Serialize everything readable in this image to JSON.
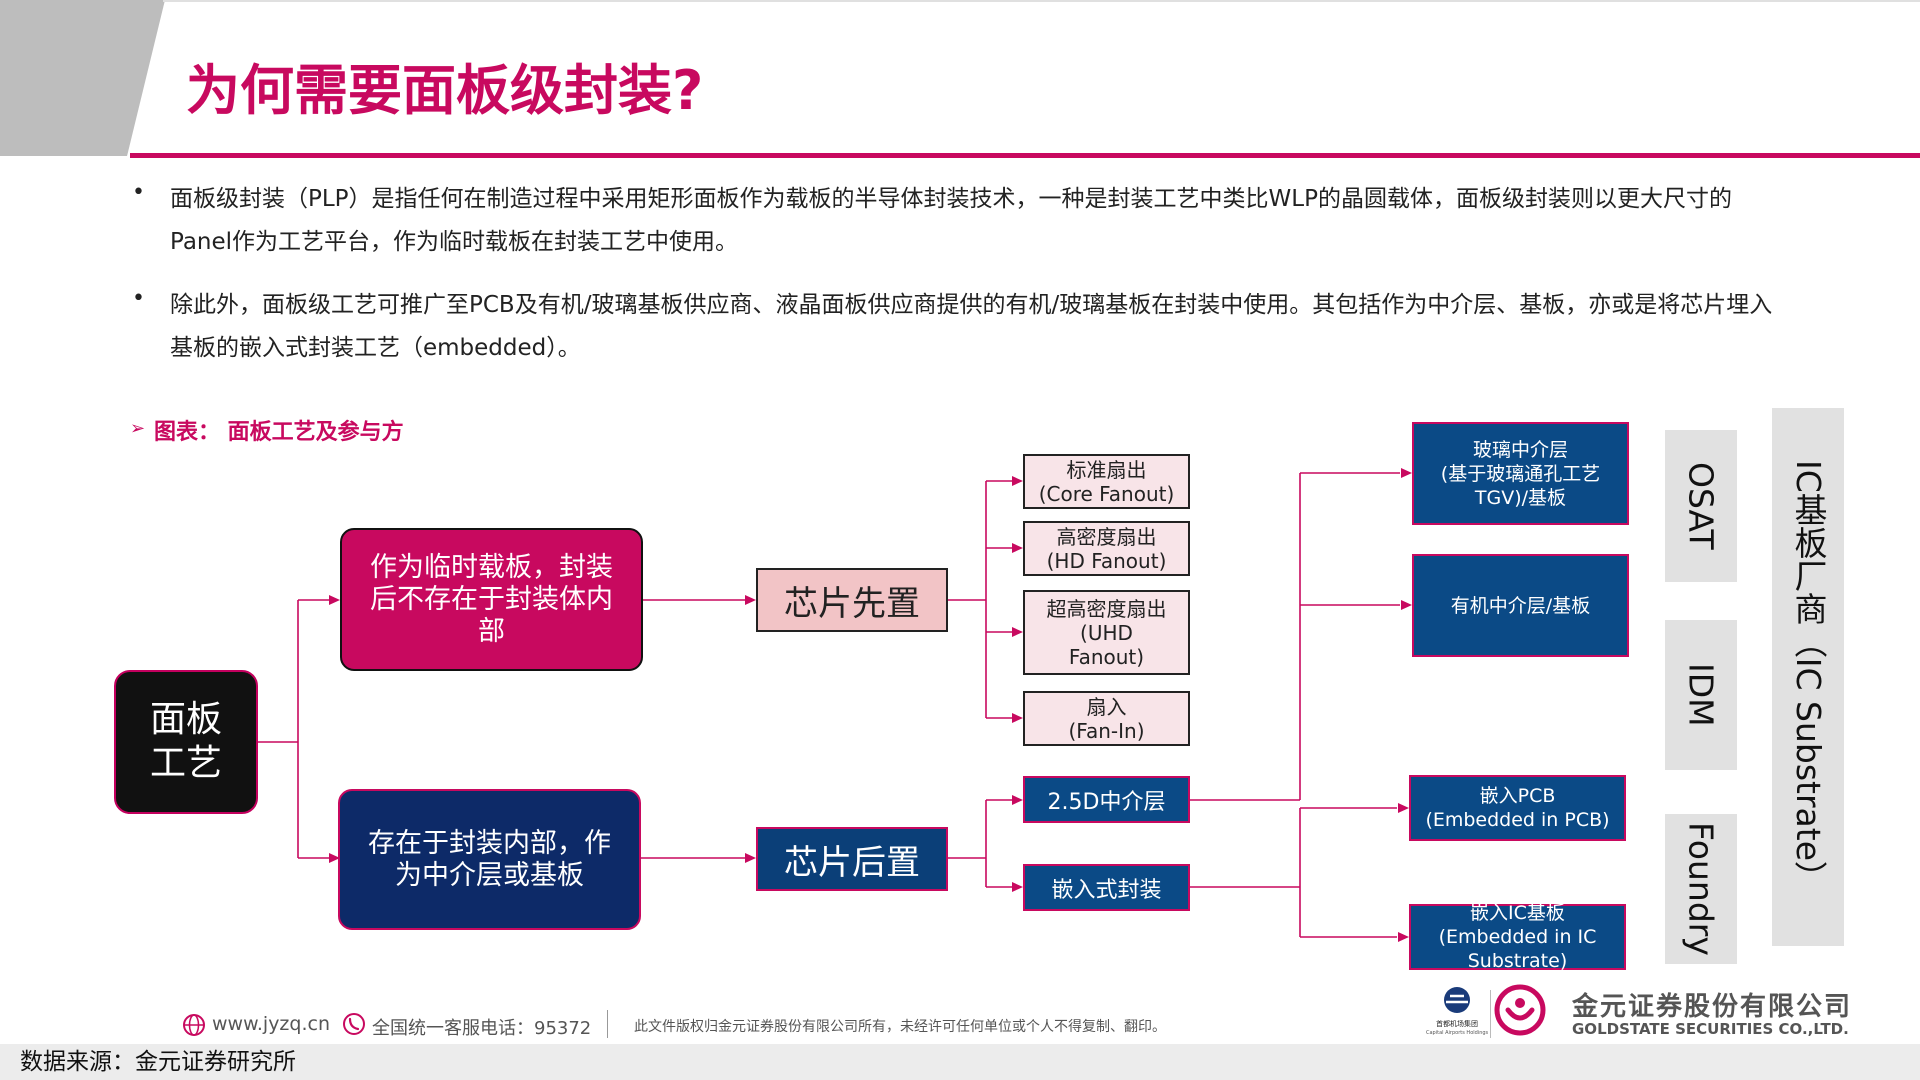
{
  "title": "为何需要面板级封装?",
  "bullets": [
    {
      "line1": "面板级封装（PLP）是指任何在制造过程中采用矩形面板作为载板的半导体封装技术，一种是封装工艺中类比WLP的晶圆载体，面板级封装则以更大尺寸的",
      "line2": "Panel作为工艺平台，作为临时载板在封装工艺中使用。"
    },
    {
      "line1": "除此外，面板级工艺可推广至PCB及有机/玻璃基板供应商、液晶面板供应商提供的有机/玻璃基板在封装中使用。其包括作为中介层、基板，亦或是将芯片埋入",
      "line2": "基板的嵌入式封装工艺（embedded）。"
    }
  ],
  "figure_caption": "图表： 面板工艺及参与方",
  "diagram": {
    "root": "面板\n工艺",
    "branch_temp": "作为临时载板，封装\n后不存在于封装体内\n部",
    "branch_inside": "存在于封装内部，作\n为中介层或基板",
    "chip_first": "芯片先置",
    "chip_last": "芯片后置",
    "fanout_core": "标准扇出\n(Core Fanout)",
    "fanout_hd": "高密度扇出\n(HD Fanout)",
    "fanout_uhd": "超高密度扇出\n(UHD\nFanout)",
    "fan_in": "扇入\n(Fan-In)",
    "interposer_25d": "2.5D中介层",
    "embedded_pkg": "嵌入式封装",
    "glass_interposer": "玻璃中介层\n(基于玻璃通孔工艺\nTGV)/基板",
    "organic_interposer": "有机中介层/基板",
    "embedded_pcb": "嵌入PCB\n(Embedded in PCB)",
    "embedded_ic": "嵌入IC基板\n(Embedded in IC\nSubstrate)",
    "vendor_osat": "OSAT",
    "vendor_idm": "IDM",
    "vendor_foundry": "Foundry",
    "vendor_substrate": "IC基板厂商（IC Substrate）"
  },
  "footer": {
    "website": "www.jyzq.cn",
    "hotline": "全国统一客服电话：95372",
    "copyright": "此文件版权归金元证券股份有限公司所有，未经许可任何单位或个人不得复制、翻印。",
    "company_cn": "金元证券股份有限公司",
    "company_en": "GOLDSTATE SECURITIES CO.,LTD.",
    "partner_cn": "首都机场集团",
    "partner_en": "Capital Airports Holdings"
  },
  "source": "数据来源：金元证券研究所",
  "colors": {
    "accent_magenta": "#c8095f",
    "navy": "#0b4a86",
    "dark_navy": "#0d2a68",
    "gray_band": "#bdbdbd"
  }
}
